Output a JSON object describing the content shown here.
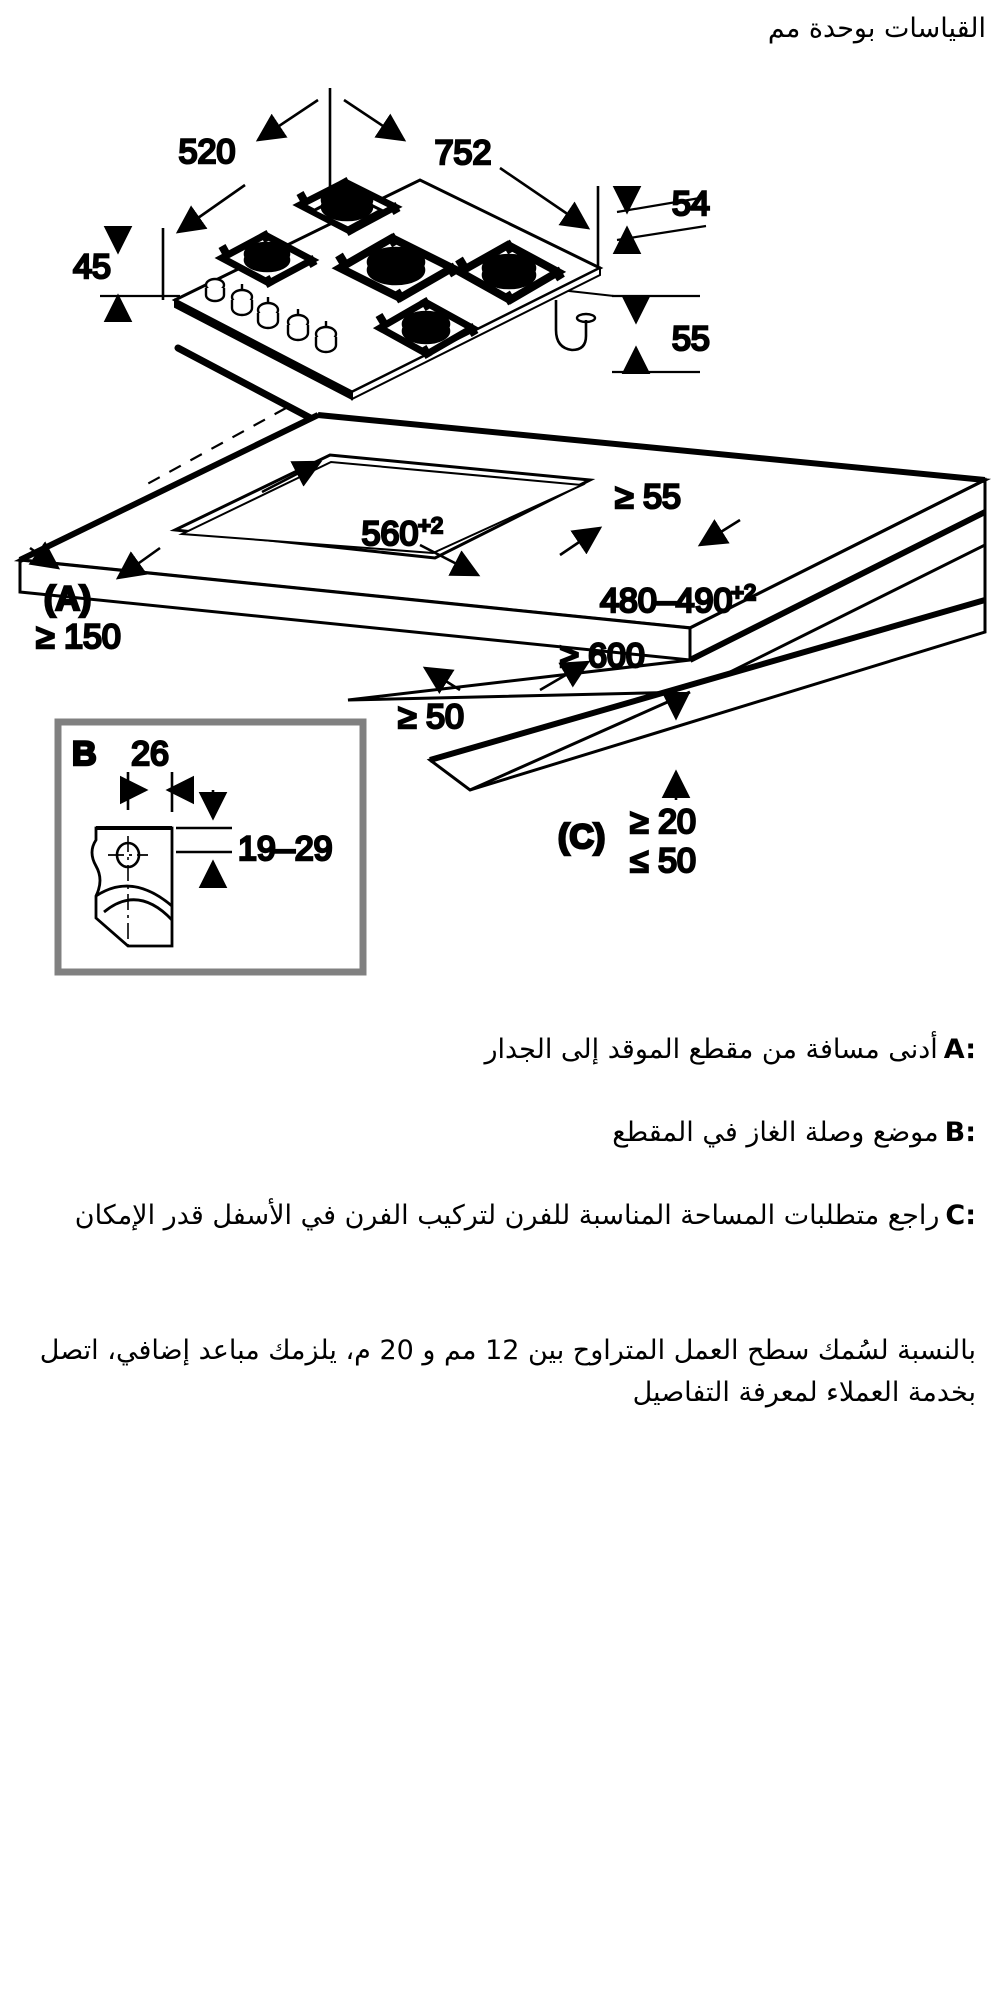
{
  "header": {
    "note": "القياسات بوحدة مم"
  },
  "hob_dimensions": {
    "width_top": "752",
    "depth_top": "520",
    "front_height": "45",
    "rear_offset": "54",
    "side_depth": "55"
  },
  "cutout_dimensions": {
    "cutout_width": "560",
    "cutout_width_tol": "+2",
    "cutout_depth": "480–490",
    "cutout_depth_tol": "+2",
    "rear_min": "≥ 55",
    "side_min": "≥ 50",
    "worktop_depth_min": "≥ 600",
    "wall_min_label": "(A)",
    "wall_min_value": "≥ 150",
    "below_label": "(C)",
    "below_min": "≥ 20",
    "below_max": "≤ 50"
  },
  "inset_b": {
    "label": "B",
    "width": "26",
    "height_range": "19–29"
  },
  "legend": [
    {
      "key": "A:",
      "text": "أدنى مسافة من مقطع الموقد إلى الجدار"
    },
    {
      "key": "B:",
      "text": "موضع وصلة الغاز في المقطع"
    },
    {
      "key": "C:",
      "text": "راجع متطلبات المساحة المناسبة للفرن لتركيب الفرن في الأسفل قدر الإمكان"
    }
  ],
  "footnote": {
    "text": "بالنسبة لسُمك سطح العمل المتراوح بين 12 مم و 20 م، يلزمك مباعد إضافي، اتصل بخدمة العملاء لمعرفة التفاصيل"
  },
  "colors": {
    "ink": "#000000",
    "inset_border": "#808080",
    "background": "#ffffff"
  }
}
